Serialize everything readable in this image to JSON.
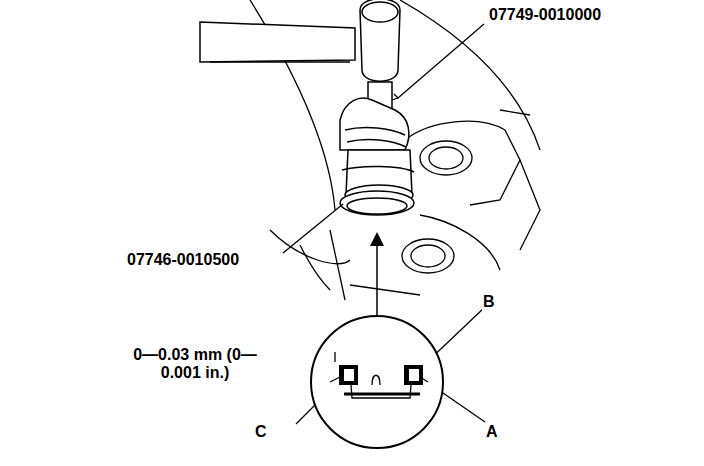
{
  "diagram": {
    "labels": [
      "07749-0010000",
      "07746-0010500",
      "0—0.03 mm (0—0.001 in.)",
      "B",
      "C",
      "A"
    ]
  }
}
